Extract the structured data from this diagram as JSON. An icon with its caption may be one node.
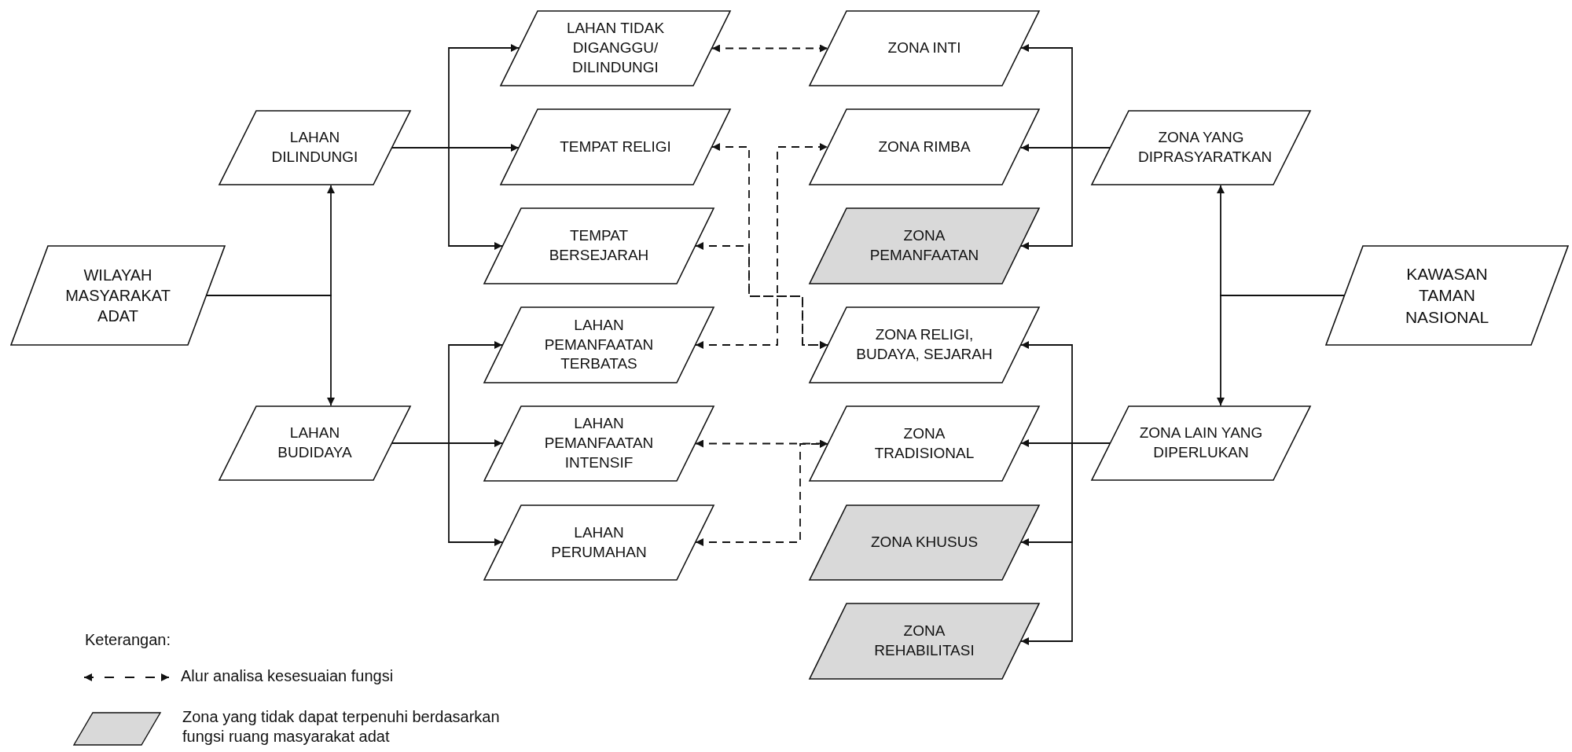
{
  "diagram": {
    "nodes": [
      {
        "text": [
          "WILAYAH MASYARAKAT ADAT"
        ]
      },
      {
        "text": [
          "LAHAN DILINDUNGI"
        ]
      },
      {
        "text": [
          "LAHAN BUDIDAYA"
        ]
      },
      {
        "text": [
          "LAHAN TIDAK DIGANGGU/ DILINDUNGI"
        ]
      },
      {
        "text": [
          "TEMPAT RELIGI"
        ]
      },
      {
        "text": [
          "TEMPAT BERSEJARAH"
        ]
      },
      {
        "text": [
          "LAHAN PEMANFAATAN TERBATAS"
        ]
      },
      {
        "text": [
          "LAHAN PEMANFAATAN INTENSIF"
        ]
      },
      {
        "text": [
          "LAHAN PERUMAHAN"
        ]
      },
      {
        "text": [
          "ZONA INTI"
        ]
      },
      {
        "text": [
          "ZONA RIMBA"
        ]
      },
      {
        "text": [
          "ZONA PEMANFAATAN"
        ]
      },
      {
        "text": [
          "ZONA RELIGI, BUDAYA, SEJARAH"
        ]
      },
      {
        "text": [
          "ZONA TRADISIONAL"
        ]
      },
      {
        "text": [
          "ZONA KHUSUS"
        ]
      },
      {
        "text": [
          "ZONA REHABILITASI"
        ]
      },
      {
        "text": [
          "ZONA YANG DIPRASYARATKAN"
        ]
      },
      {
        "text": [
          "ZONA LAIN YANG DIPERLUKAN"
        ]
      },
      {
        "text": [
          "KAWASAN TAMAN NASIONAL"
        ]
      }
    ],
    "edges": [
      {
        "from": 0,
        "to": 1,
        "arrow": "to"
      },
      {
        "from": 0,
        "to": 2,
        "arrow": "to"
      },
      {
        "from": 1,
        "to": 3,
        "arrow": "to"
      },
      {
        "from": 1,
        "to": 4,
        "arrow": "to"
      },
      {
        "from": 1,
        "to": 5,
        "arrow": "to"
      },
      {
        "from": 2,
        "to": 6,
        "arrow": "to"
      },
      {
        "from": 2,
        "to": 7,
        "arrow": "to"
      },
      {
        "from": 2,
        "to": 8,
        "arrow": "to"
      },
      {
        "from": 18,
        "to": 16,
        "arrow": "to"
      },
      {
        "from": 18,
        "to": 17,
        "arrow": "to"
      },
      {
        "from": 16,
        "to": 9,
        "arrow": "to"
      },
      {
        "from": 16,
        "to": 10,
        "arrow": "to"
      },
      {
        "from": 16,
        "to": 11,
        "arrow": "to"
      },
      {
        "from": 17,
        "to": 12,
        "arrow": "to"
      },
      {
        "from": 17,
        "to": 13,
        "arrow": "to"
      },
      {
        "from": 17,
        "to": 14,
        "arrow": "to"
      },
      {
        "from": 17,
        "to": 15,
        "arrow": "to"
      },
      {
        "from": 3,
        "to": 9,
        "arrow": "both",
        "style": "dashed"
      },
      {
        "from": 4,
        "to": 12,
        "arrow": "both",
        "style": "dashed"
      },
      {
        "from": 5,
        "to": 12,
        "arrow": "both",
        "style": "dashed"
      },
      {
        "from": 6,
        "to": 10,
        "arrow": "both",
        "style": "dashed"
      },
      {
        "from": 7,
        "to": 13,
        "arrow": "both",
        "style": "dashed"
      },
      {
        "from": 8,
        "to": 13,
        "arrow": "both",
        "style": "dashed"
      }
    ],
    "labels": [
      "Keterangan:"
    ],
    "legend": [
      {
        "text": "Alur analisa kesesuaian fungsi"
      },
      {
        "text": "Zona yang tidak dapat terpenuhi berdasarkan fungsi ruang masyarakat adat",
        "color": "#d9d9d9"
      }
    ]
  }
}
